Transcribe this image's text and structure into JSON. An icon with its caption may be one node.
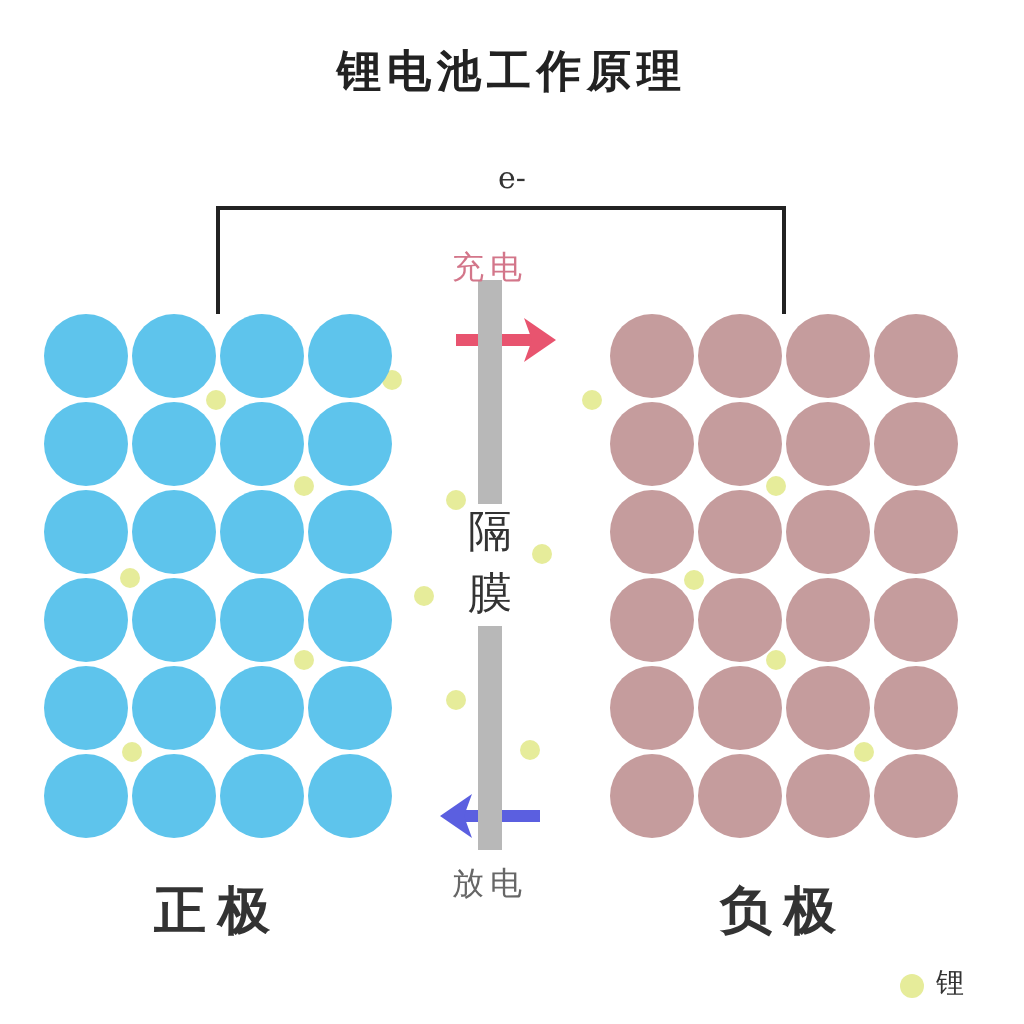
{
  "diagram": {
    "title": "锂电池工作原理",
    "nodes": [
      {
        "text": [
          "正极"
        ]
      },
      {
        "text": [
          "隔膜"
        ]
      },
      {
        "text": [
          "负极"
        ]
      }
    ],
    "edges": [
      {
        "from": 0,
        "to": 2,
        "arrow": "none",
        "label": "e-"
      }
    ],
    "labels": [
      "充电",
      "放电"
    ],
    "legend": [
      {
        "text": "锂",
        "color": "#e6ec9a"
      }
    ]
  }
}
